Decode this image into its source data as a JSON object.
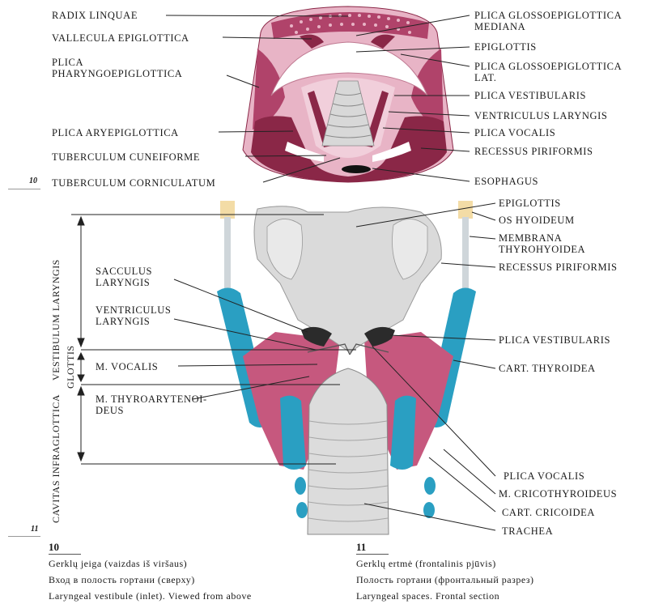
{
  "figure10": {
    "number": "10",
    "labels_left": {
      "radix_linquae": "RADIX LINQUAE",
      "vallecula_epiglottica": "VALLECULA EPIGLOTTICA",
      "plica_pharyngoepiglottica": "PLICA\nPHARYNGOEPIGLOTTICA",
      "plica_aryepiglottica": "PLICA ARYEPIGLOTTICA",
      "tuberculum_cuneiforme": "TUBERCULUM CUNEIFORME",
      "tuberculum_corniculatum": "TUBERCULUM CORNICULATUM"
    },
    "labels_right": {
      "plica_glossoepiglottica_mediana": "PLICA GLOSSOEPIGLOTTICA\nMEDIANA",
      "epiglottis": "EPIGLOTTIS",
      "plica_glossoepiglottica_lat": "PLICA GLOSSOEPIGLOTTICA\nLAT.",
      "plica_vestibularis": "PLICA VESTIBULARIS",
      "ventriculus_laryngis": "VENTRICULUS LARYNGIS",
      "plica_vocalis": "PLICA VOCALIS",
      "recessus_piriformis": "RECESSUS PIRIFORMIS",
      "esophagus": "ESOPHAGUS"
    },
    "caption": {
      "lt": "Gerklų jeiga (vaizdas iš viršaus)",
      "ru": "Вход в полость гортани (сверху)",
      "en": "Laryngeal vestibule (inlet). Viewed from above"
    }
  },
  "figure11": {
    "number": "11",
    "labels_left": {
      "sacculus_laryngis": "SACCULUS\nLARYNGIS",
      "ventriculus_laryngis": "VENTRICULUS\nLARYNGIS",
      "m_vocalis": "M. VOCALIS",
      "m_thyroarytenoideus": "M. THYROARYTENOI-\nDEUS"
    },
    "labels_right": {
      "epiglottis": "EPIGLOTTIS",
      "os_hyoideum": "OS HYOIDEUM",
      "membrana_thyrohyoidea": "MEMBRANA\nTHYROHYOIDEA",
      "recessus_piriformis": "RECESSUS PIRIFORMIS",
      "plica_vestibularis": "PLICA VESTIBULARIS",
      "cart_thyroidea": "CART. THYROIDEA",
      "plica_vocalis": "PLICA VOCALIS",
      "m_cricothyroideus": "M. CRICOTHYROIDEUS",
      "cart_cricoidea": "CART. CRICOIDEA",
      "trachea": "TRACHEA"
    },
    "vertical_labels": {
      "vestibulum_laryngis": "VESTIBULUM LARYNGIS",
      "glottis": "GLOTTIS",
      "cavitas_infraglottica": "CAVITAS INFRAGLOTTICA"
    },
    "caption": {
      "lt": "Gerklų ertmė (frontalinis pjūvis)",
      "ru": "Полость гортани (фронтальный разрез)",
      "en": "Laryngeal spaces. Frontal section"
    }
  },
  "colors": {
    "pink_light": "#e8b4c6",
    "magenta": "#b0436a",
    "maroon": "#8a2747",
    "cartilage_blue": "#2a9fc2",
    "tissue_gray": "#dadada",
    "hyoid_cream": "#f3dca6"
  }
}
